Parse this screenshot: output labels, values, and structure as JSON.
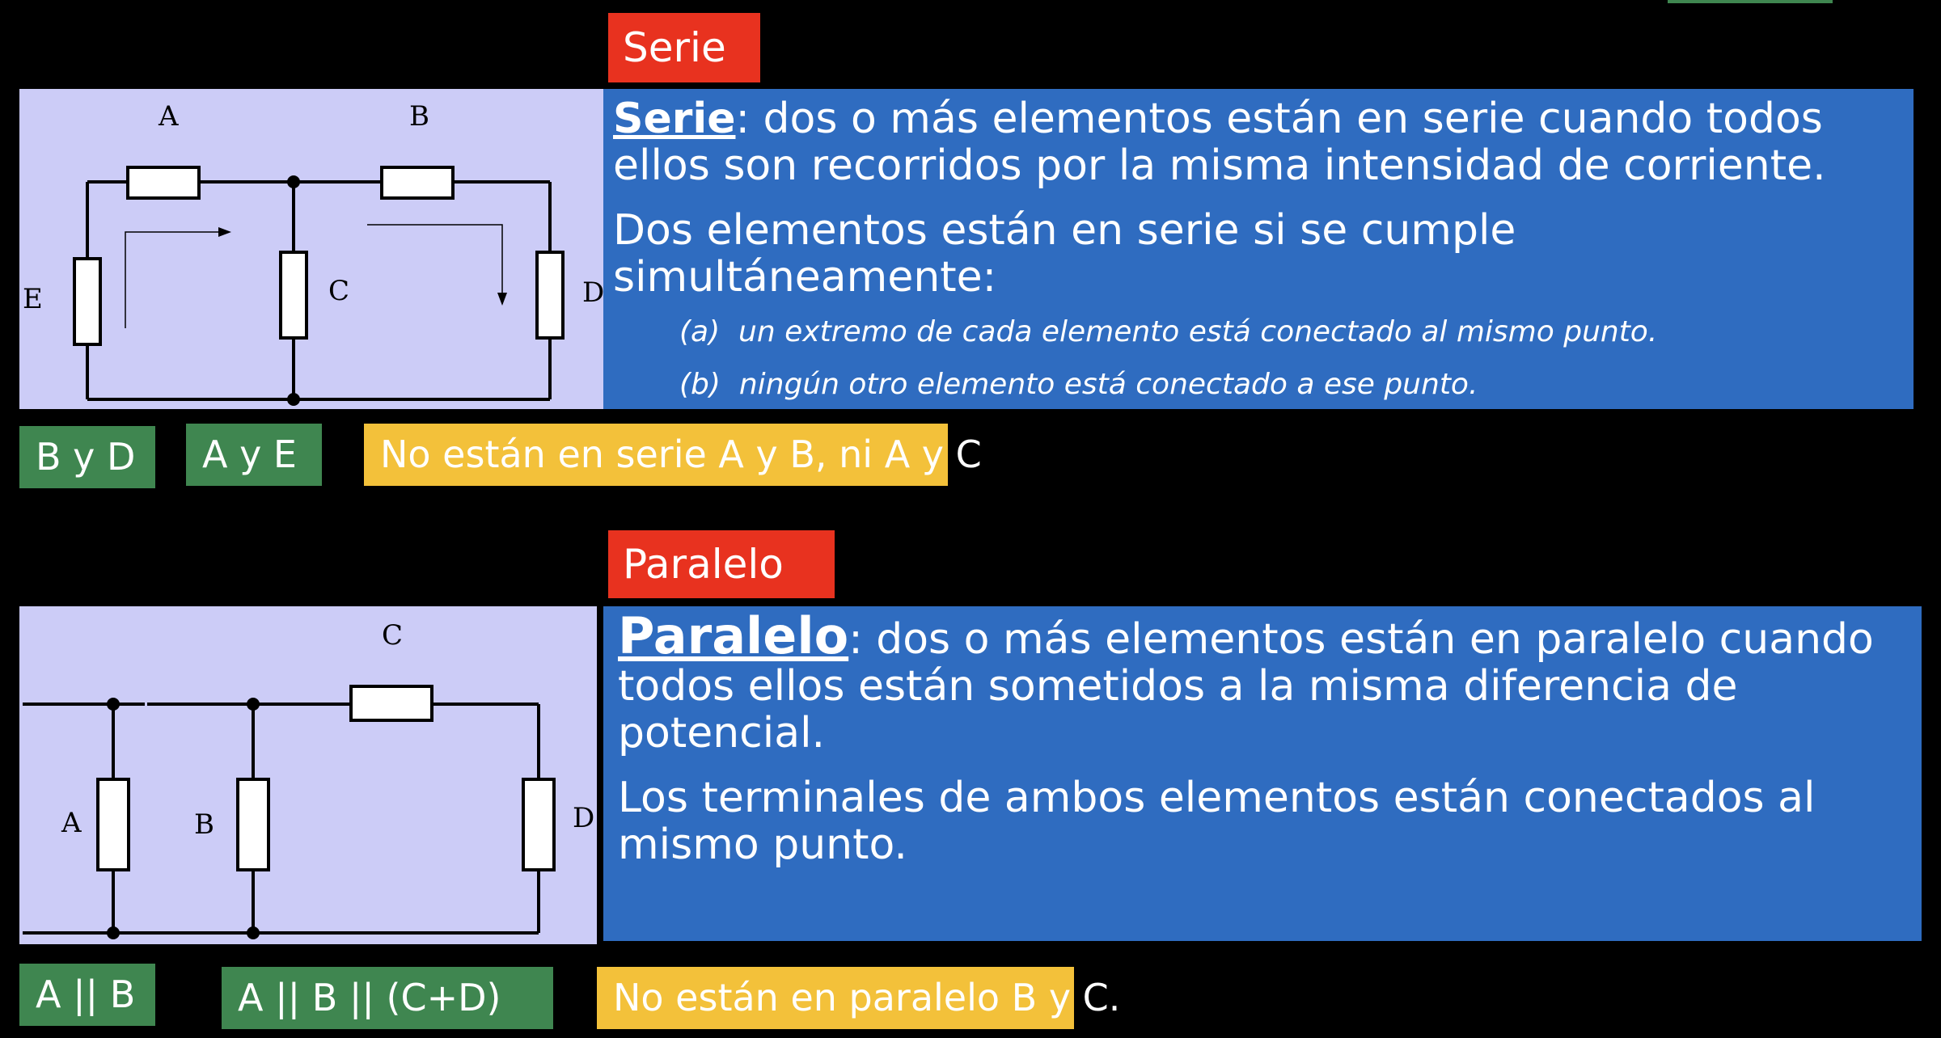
{
  "serie": {
    "title": "Serie",
    "definition_term": "Serie",
    "definition_text": ": dos o más elementos están en serie cuando todos ellos son recorridos por la misma intensidad de corriente.",
    "condition_intro": "Dos elementos están en serie si se cumple simultáneamente:",
    "conditions": [
      {
        "marker": "(a)",
        "text": "un extremo de cada elemento está conectado al mismo punto."
      },
      {
        "marker": "(b)",
        "text": "ningún otro elemento está conectado a ese punto."
      }
    ],
    "circuit_labels": {
      "a": "A",
      "b": "B",
      "c": "C",
      "d": "D",
      "e": "E"
    },
    "answers": {
      "pair1": "B y D",
      "pair2": "A y E",
      "not_series": "No están en serie A y B, ni A y C"
    }
  },
  "paralelo": {
    "title": "Paralelo",
    "definition_term": "Paralelo",
    "definition_text": ": dos o más elementos están en paralelo cuando todos ellos están sometidos a la misma diferencia de potencial.",
    "extra": "Los terminales de ambos elementos están conectados al mismo punto.",
    "circuit_labels": {
      "a": "A",
      "b": "B",
      "c": "C",
      "d": "D"
    },
    "answers": {
      "pair1": "A || B",
      "pair2": "A || B || (C+D)",
      "not_parallel": "No están en paralelo B y C."
    }
  },
  "colors": {
    "red_tag": "#e8321f",
    "green_tag": "#3f8650",
    "yellow_tag": "#f3c13a",
    "blue_panel": "#2f6cc0",
    "circuit_bg": "#ccccf7"
  }
}
